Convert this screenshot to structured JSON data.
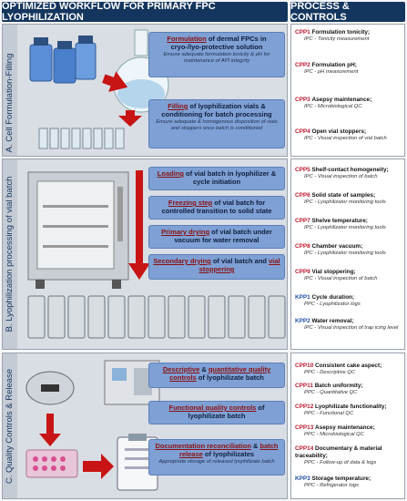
{
  "header": {
    "workflow_title": "OPTIMIZED WORKFLOW FOR PRIMARY FPC LYOPHILIZATION",
    "controls_title": "PROCESS & CONTROLS"
  },
  "sections": [
    {
      "label": "A. Cell Formulation-Filling",
      "steps": [
        {
          "pre": "",
          "u1": "Formulation",
          "mid": " of dermal FPCs in cryo-/lyo-protective solution",
          "u2": "",
          "post": "",
          "sub": "Ensure adequate formulation tonicity & pH for maintenance of API integrity"
        },
        {
          "pre": "",
          "u1": "Filling",
          "mid": " of lyophilization vials & conditioning for batch processing",
          "u2": "",
          "post": "",
          "sub": "Ensure adequate & homogenous disposition of vials and stoppers once batch is conditioned"
        }
      ],
      "controls": [
        {
          "code": "CPP1",
          "name": "Formulation tonicity;",
          "prefix": "IPC - ",
          "detail": "Tonicity measurement"
        },
        {
          "code": "CPP2",
          "name": "Formulation pH;",
          "prefix": "IPC - ",
          "detail": "pH measurement"
        },
        {
          "code": "CPP3",
          "name": "Asepsy maintenance;",
          "prefix": "IPC - ",
          "detail": "Microbiological QC"
        },
        {
          "code": "CPP4",
          "name": "Open vial stoppers;",
          "prefix": "IPC - ",
          "detail": "Visual inspection of vial batch"
        }
      ]
    },
    {
      "label": "B. Lyophilization processing of vial batch",
      "steps": [
        {
          "pre": "",
          "u1": "Loading",
          "mid": " of vial batch in lyophilizer & cycle initiation",
          "u2": "",
          "post": "",
          "sub": ""
        },
        {
          "pre": "",
          "u1": "Freezing step",
          "mid": " of vial batch for controlled transition to solid state",
          "u2": "",
          "post": "",
          "sub": ""
        },
        {
          "pre": "",
          "u1": "Primary drying",
          "mid": " of vial batch under vacuum for water removal",
          "u2": "",
          "post": "",
          "sub": ""
        },
        {
          "pre": "",
          "u1": "Secondary drying",
          "mid": " of vial batch and ",
          "u2": "vial stoppering",
          "post": "",
          "sub": ""
        }
      ],
      "controls": [
        {
          "code": "CPP5",
          "name": "Shelf-contact homogeneity;",
          "prefix": "IPC - ",
          "detail": "Visual inspection of batch"
        },
        {
          "code": "CPP6",
          "name": "Solid state of samples;",
          "prefix": "IPC - ",
          "detail": "Lyophilizator monitoring tools"
        },
        {
          "code": "CPP7",
          "name": "Shelve temperature;",
          "prefix": "IPC - ",
          "detail": "Lyophilizator monitoring tools"
        },
        {
          "code": "CPP8",
          "name": "Chamber vacuum;",
          "prefix": "IPC - ",
          "detail": "Lyophilizator monitoring tools"
        },
        {
          "code": "CPP9",
          "name": "Vial stoppering;",
          "prefix": "IPC - ",
          "detail": "Visual inspection of batch"
        },
        {
          "code": "KPP1",
          "name": "Cycle duration;",
          "prefix": "PPC - ",
          "detail": "Lyophilizator logs"
        },
        {
          "code": "KPP2",
          "name": "Water removal;",
          "prefix": "IPC - ",
          "detail": "Visual inspection of trap icing level"
        }
      ]
    },
    {
      "label": "C. Quality Controls & Release",
      "steps": [
        {
          "pre": "",
          "u1": "Descriptive",
          "mid": " & ",
          "u2": "quantitative quality controls",
          "post": " of lyophilizate batch",
          "sub": ""
        },
        {
          "pre": "",
          "u1": "Functional quality controls",
          "mid": " of lyophilizate batch",
          "u2": "",
          "post": "",
          "sub": ""
        },
        {
          "pre": "",
          "u1": "Documentation reconciliation",
          "mid": " & ",
          "u2": "batch release",
          "post": " of lyophilizates",
          "sub": "Appropriate storage of released lyophilizate batch"
        }
      ],
      "controls": [
        {
          "code": "CPP10",
          "name": "Consistent cake aspect;",
          "prefix": "PPC - ",
          "detail": "Descriptive QC"
        },
        {
          "code": "CPP11",
          "name": "Batch uniformity;",
          "prefix": "PPC - ",
          "detail": "Quantitative QC"
        },
        {
          "code": "CPP12",
          "name": "Lyophilizate functionality;",
          "prefix": "PPC - ",
          "detail": "Functional QC"
        },
        {
          "code": "CPP13",
          "name": "Asepsy maintenance;",
          "prefix": "PPC - ",
          "detail": "Microbiological QC"
        },
        {
          "code": "CPP14",
          "name": "Documentary & material traceability;",
          "prefix": "PPC - ",
          "detail": "Follow-up of data & logs"
        },
        {
          "code": "KPP3",
          "name": "Storage temperature;",
          "prefix": "PPC - ",
          "detail": "Refrigerator logs"
        }
      ]
    }
  ],
  "colors": {
    "header": "#14365e",
    "box": "#7fa0d4",
    "cpp": "#c0162c",
    "kpp": "#1f4fa8",
    "arrow": "#c81414"
  }
}
